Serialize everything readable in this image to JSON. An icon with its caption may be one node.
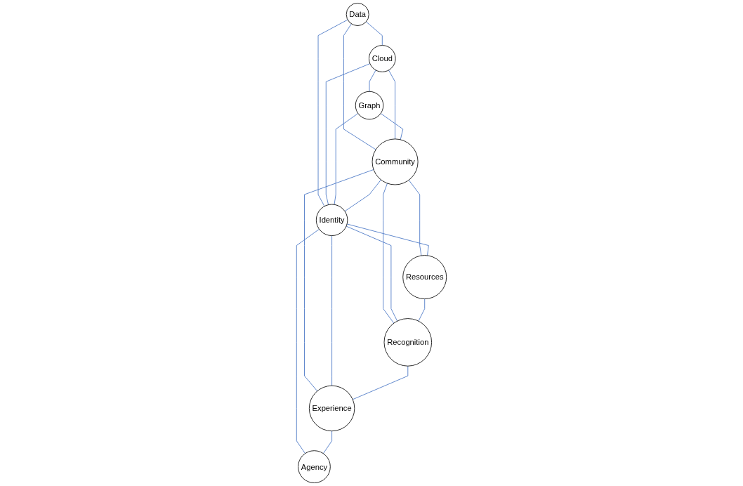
{
  "diagram": {
    "nodes": [
      {
        "text": [
          "Data"
        ]
      },
      {
        "text": [
          "Cloud"
        ]
      },
      {
        "text": [
          "Graph"
        ]
      },
      {
        "text": [
          "Community"
        ]
      },
      {
        "text": [
          "Identity"
        ]
      },
      {
        "text": [
          "Resources"
        ]
      },
      {
        "text": [
          "Recognition"
        ]
      },
      {
        "text": [
          "Experience"
        ]
      },
      {
        "text": [
          "Agency"
        ]
      }
    ],
    "edges": [
      {
        "from": 0,
        "to": 1,
        "arrow": "none"
      },
      {
        "from": 1,
        "to": 2,
        "arrow": "none"
      },
      {
        "from": 0,
        "to": 3,
        "arrow": "none"
      },
      {
        "from": 0,
        "to": 4,
        "arrow": "none"
      },
      {
        "from": 1,
        "to": 3,
        "arrow": "none"
      },
      {
        "from": 1,
        "to": 4,
        "arrow": "none"
      },
      {
        "from": 2,
        "to": 3,
        "arrow": "none"
      },
      {
        "from": 2,
        "to": 4,
        "arrow": "none"
      },
      {
        "from": 3,
        "to": 4,
        "arrow": "none"
      },
      {
        "from": 3,
        "to": 5,
        "arrow": "none"
      },
      {
        "from": 3,
        "to": 6,
        "arrow": "none"
      },
      {
        "from": 3,
        "to": 7,
        "arrow": "none"
      },
      {
        "from": 4,
        "to": 5,
        "arrow": "none"
      },
      {
        "from": 4,
        "to": 6,
        "arrow": "none"
      },
      {
        "from": 4,
        "to": 7,
        "arrow": "none"
      },
      {
        "from": 4,
        "to": 8,
        "arrow": "none"
      },
      {
        "from": 5,
        "to": 6,
        "arrow": "none"
      },
      {
        "from": 6,
        "to": 7,
        "arrow": "none"
      },
      {
        "from": 7,
        "to": 8,
        "arrow": "none"
      }
    ]
  }
}
